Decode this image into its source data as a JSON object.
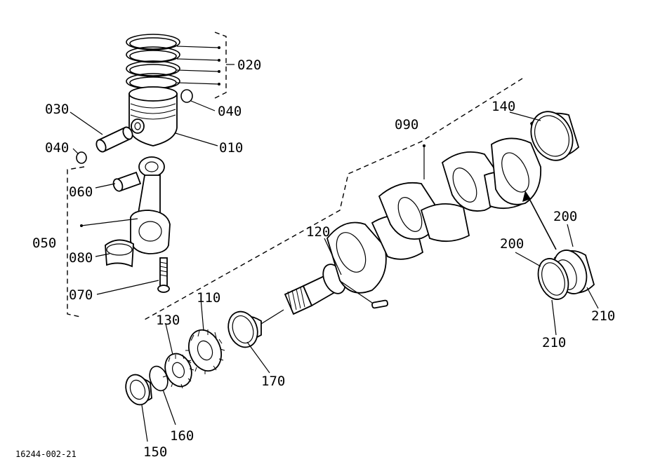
{
  "diagram": {
    "reference_code": "16244-002-21",
    "labels": {
      "l010": "010",
      "l020": "020",
      "l030": "030",
      "l040a": "040",
      "l040b": "040",
      "l050": "050",
      "l060": "060",
      "l070": "070",
      "l080": "080",
      "l090": "090",
      "l110": "110",
      "l120": "120",
      "l130": "130",
      "l140": "140",
      "l150": "150",
      "l160": "160",
      "l170": "170",
      "l200a": "200",
      "l200b": "200",
      "l210a": "210",
      "l210b": "210"
    }
  }
}
